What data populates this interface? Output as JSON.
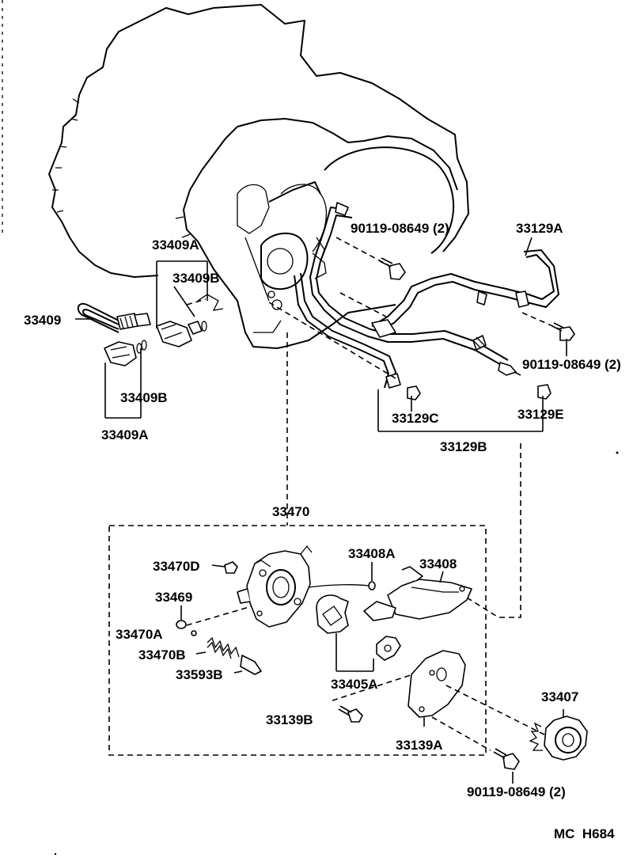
{
  "labels": {
    "p33409A_top": "33409A",
    "p33409B_top": "33409B",
    "p33409": "33409",
    "p33409B_bot": "33409B",
    "p33409A_bot": "33409A",
    "p90119_top": "90119-08649 (2)",
    "p33129A": "33129A",
    "p90119_mid": "90119-08649 (2)",
    "p33129C": "33129C",
    "p33129E": "33129E",
    "p33129B": "33129B",
    "p33470": "33470",
    "p33470D": "33470D",
    "p33469": "33469",
    "p33470A": "33470A",
    "p33470B": "33470B",
    "p33593B": "33593B",
    "p33408A": "33408A",
    "p33408": "33408",
    "p33405A": "33405A",
    "p33139B": "33139B",
    "p33139A": "33139A",
    "p33407": "33407",
    "p90119_bot": "90119-08649 (2)",
    "code": "MC  H684"
  }
}
